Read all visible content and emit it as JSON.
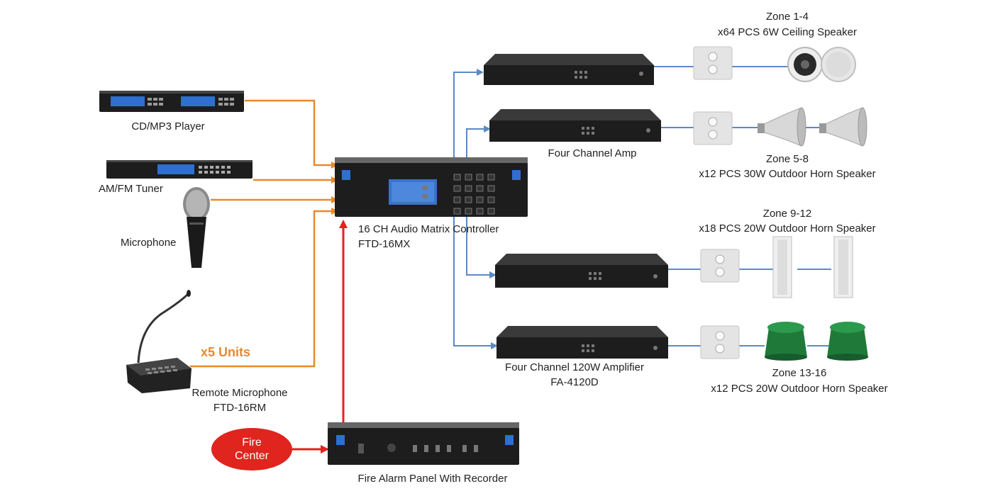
{
  "colors": {
    "audio_link": "#e8892e",
    "output_link": "#5b8ac2",
    "fire_link": "#e0241e",
    "device": "#1d1d1d",
    "speaker_green": "#1f7a3a"
  },
  "sources": {
    "cd_player": "CD/MP3 Player",
    "tuner": "AM/FM Tuner",
    "microphone": "Microphone",
    "remote_mic_name": "Remote Microphone",
    "remote_mic_model": "FTD-16RM",
    "remote_mic_units": "x5 Units"
  },
  "controller": {
    "name": "16 CH Audio Matrix Controller",
    "model": "FTD-16MX"
  },
  "fire": {
    "center_line1": "Fire",
    "center_line2": "Center",
    "panel": "Fire Alarm Panel With Recorder"
  },
  "amps": {
    "amp2_label": "Four Channel Amp",
    "amp4_name": "Four Channel 120W Amplifier",
    "amp4_model": "FA-4120D"
  },
  "zones": [
    {
      "zone": "Zone 1-4",
      "desc": "x64 PCS 6W Ceiling Speaker",
      "icon": "ceiling-speaker-icon"
    },
    {
      "zone": "Zone 5-8",
      "desc": "x12 PCS 30W Outdoor Horn Speaker",
      "icon": "horn-speaker-icon"
    },
    {
      "zone": "Zone 9-12",
      "desc": "x18 PCS 20W Outdoor Horn Speaker",
      "icon": "column-speaker-icon"
    },
    {
      "zone": "Zone 13-16",
      "desc": "x12 PCS 20W Outdoor Horn Speaker",
      "icon": "garden-speaker-icon"
    }
  ]
}
